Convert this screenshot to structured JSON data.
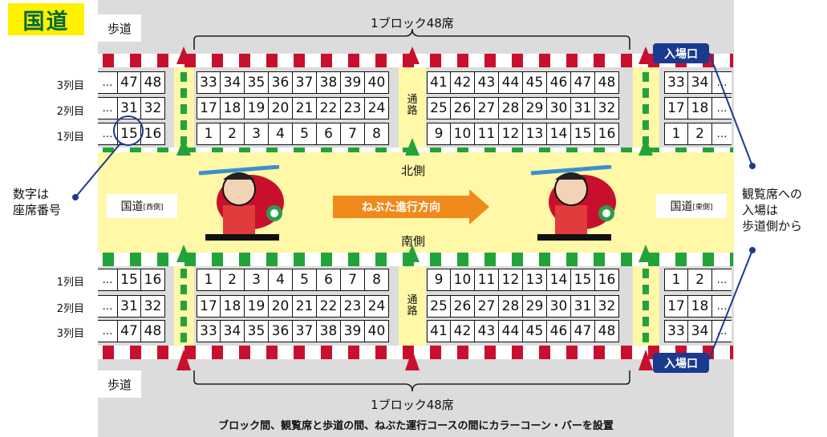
{
  "title": "国道",
  "sidewalk_label": "歩道",
  "block_label": "1ブロック48席",
  "entrance_label": "入場口",
  "north_label": "北側",
  "south_label": "南側",
  "direction_label": "ねぶた進行方向",
  "aisle_label": "通路",
  "road_west": "国道",
  "road_west_sub": "[西側]",
  "road_east": "国道",
  "road_east_sub": "[東側]",
  "seat_note": [
    "数字は",
    "座席番号"
  ],
  "entry_note": [
    "観覧席への",
    "入場は",
    "歩道側から"
  ],
  "footer_note": "ブロック間、観覧席と歩道の間、ねぶた運行コースの間にカラーコーン・バーを設置",
  "row_labels": {
    "row1": "1列目",
    "row2": "2列目",
    "row3": "3列目"
  },
  "ellipsis": "…",
  "colors": {
    "accent_red": "#c8102e",
    "accent_green": "#22a33a",
    "road_yellow": "#fff8a6",
    "entrance_blue": "#1a3a8f",
    "arrow_orange": "#f08a1c"
  },
  "seats": {
    "left_partial": {
      "row3": [
        "47",
        "48"
      ],
      "row2": [
        "31",
        "32"
      ],
      "row1": [
        "15",
        "16"
      ]
    },
    "block_a": {
      "row3": [
        "33",
        "34",
        "35",
        "36",
        "37",
        "38",
        "39",
        "40"
      ],
      "row2": [
        "17",
        "18",
        "19",
        "20",
        "21",
        "22",
        "23",
        "24"
      ],
      "row1": [
        "1",
        "2",
        "3",
        "4",
        "5",
        "6",
        "7",
        "8"
      ]
    },
    "block_b": {
      "row3": [
        "41",
        "42",
        "43",
        "44",
        "45",
        "46",
        "47",
        "48"
      ],
      "row2": [
        "25",
        "26",
        "27",
        "28",
        "29",
        "30",
        "31",
        "32"
      ],
      "row1": [
        "9",
        "10",
        "11",
        "12",
        "13",
        "14",
        "15",
        "16"
      ]
    },
    "right_partial": {
      "row3": [
        "33",
        "34"
      ],
      "row2": [
        "17",
        "18"
      ],
      "row1": [
        "1",
        "2"
      ]
    }
  }
}
